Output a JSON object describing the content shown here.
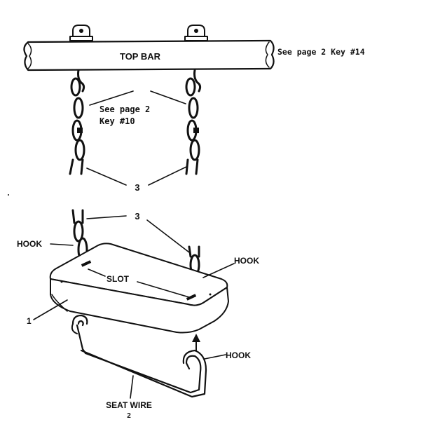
{
  "labels": {
    "top_bar": "TOP BAR",
    "top_bar_ref": "See page 2 Key #14",
    "chain_ref_line1": "See page 2",
    "chain_ref_line2": "Key #10",
    "chain_number_upper": "3",
    "chain_number_lower": "3",
    "hook_left": "HOOK",
    "hook_right": "HOOK",
    "hook_bottom": "HOOK",
    "slot": "SLOT",
    "seat_number": "1",
    "seat_wire": "SEAT WIRE",
    "seat_wire_number": "2"
  }
}
